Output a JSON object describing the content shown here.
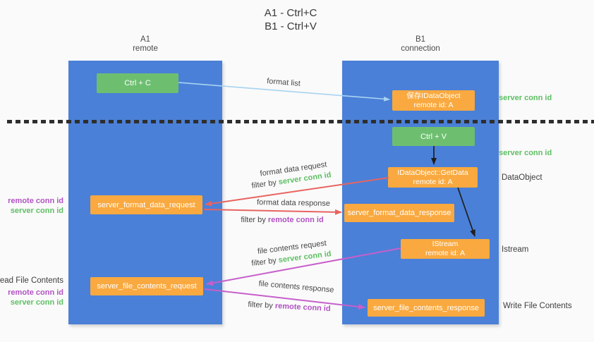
{
  "title": {
    "line1": "A1 - Ctrl+C",
    "line2": "B1 - Ctrl+V"
  },
  "columns": {
    "left": {
      "id": "A1",
      "sub": "remote"
    },
    "right": {
      "id": "B1",
      "sub": "connection"
    }
  },
  "nodes": {
    "ctrl_c": {
      "label": "Ctrl + C"
    },
    "save_idataobject": {
      "line1": "保存IDataObject",
      "line2": "remote id: A"
    },
    "ctrl_v": {
      "label": "Ctrl + V"
    },
    "getdata": {
      "line1": "IDataObject::GetData",
      "line2": "remote id: A"
    },
    "format_request": {
      "label": "server_format_data_request"
    },
    "format_response": {
      "label": "server_format_data_response"
    },
    "istream": {
      "line1": "IStream",
      "line2": "remote id: A"
    },
    "file_request": {
      "label": "server_file_contents_request"
    },
    "file_response": {
      "label": "server_file_contents_response"
    }
  },
  "side_labels": {
    "server_conn_id": "server conn id",
    "remote_conn_id": "remote conn id",
    "dataobject": "DataObject",
    "istream": "Istream",
    "read_file_contents": "Read File Contents",
    "write_file_contents": "Write File Contents"
  },
  "arrow_labels": {
    "format_list": "format list",
    "format_data_request": "format data request",
    "format_data_response": "format data response",
    "file_contents_request": "file contents request",
    "file_contents_response": "file contents response",
    "filter_by": "filter by",
    "server_conn_id": "server conn id",
    "remote_conn_id": "remote conn id"
  },
  "colors": {
    "column_blue": "#4a80d8",
    "box_green": "#6dbf6f",
    "box_orange": "#f9a93f",
    "arrow_lightblue": "#a8d3f0",
    "arrow_red": "#e86460",
    "arrow_magenta": "#c75fcb",
    "arrow_black": "#1f1f1f",
    "label_green": "#5dbf63",
    "label_purple": "#b153c2",
    "text_dark": "#3d3d3d",
    "background": "#fafafa"
  }
}
